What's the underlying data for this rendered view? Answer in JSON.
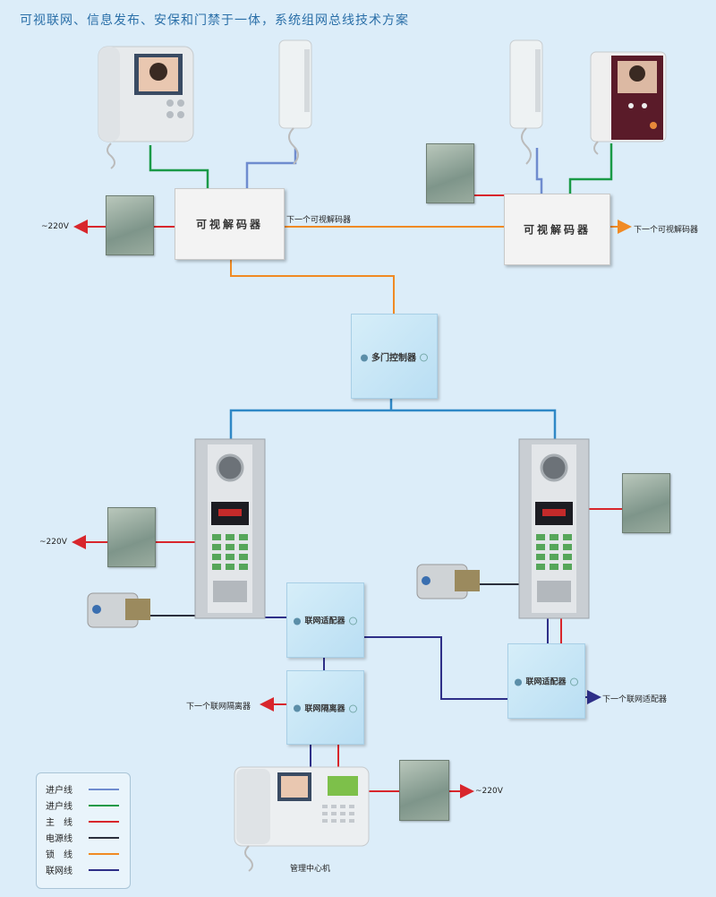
{
  "title": "可视联网、信息发布、安保和门禁于一体，系统组网总线技术方案",
  "colors": {
    "incoming_blue": "#6f8ccf",
    "incoming_green": "#1a9a47",
    "main": "#d8262c",
    "power": "#2b2f3c",
    "lock": "#f08a24",
    "network": "#2e2f88"
  },
  "labels": {
    "decoder_left": "可视解码器",
    "decoder_right": "可视解码器",
    "next_decoder_mid": "下一个可视解码器",
    "next_decoder_right": "下一个可视解码器",
    "ac_top": "~220V",
    "ac_mid": "~220V",
    "ac_bottom": "~220V",
    "multi_door_controller": "多门控制器",
    "network_adapter_left": "联网适配器",
    "network_adapter_right": "联网适配器",
    "network_isolator": "联网隔离器",
    "next_isolator": "下一个联网隔离器",
    "next_adapter": "下一个联网适配器",
    "management_center": "管理中心机"
  },
  "legend": [
    {
      "label": "进户线",
      "color": "#6f8ccf"
    },
    {
      "label": "进户线",
      "color": "#1a9a47"
    },
    {
      "label": "主　线",
      "color": "#d8262c"
    },
    {
      "label": "电源线",
      "color": "#2b2f3c"
    },
    {
      "label": "锁　线",
      "color": "#f08a24"
    },
    {
      "label": "联网线",
      "color": "#2e2f88"
    }
  ],
  "icons": [
    "handset-icon",
    "video-monitor-icon",
    "power-supply-icon",
    "door-panel-icon",
    "electric-lock-icon",
    "management-console-icon"
  ]
}
